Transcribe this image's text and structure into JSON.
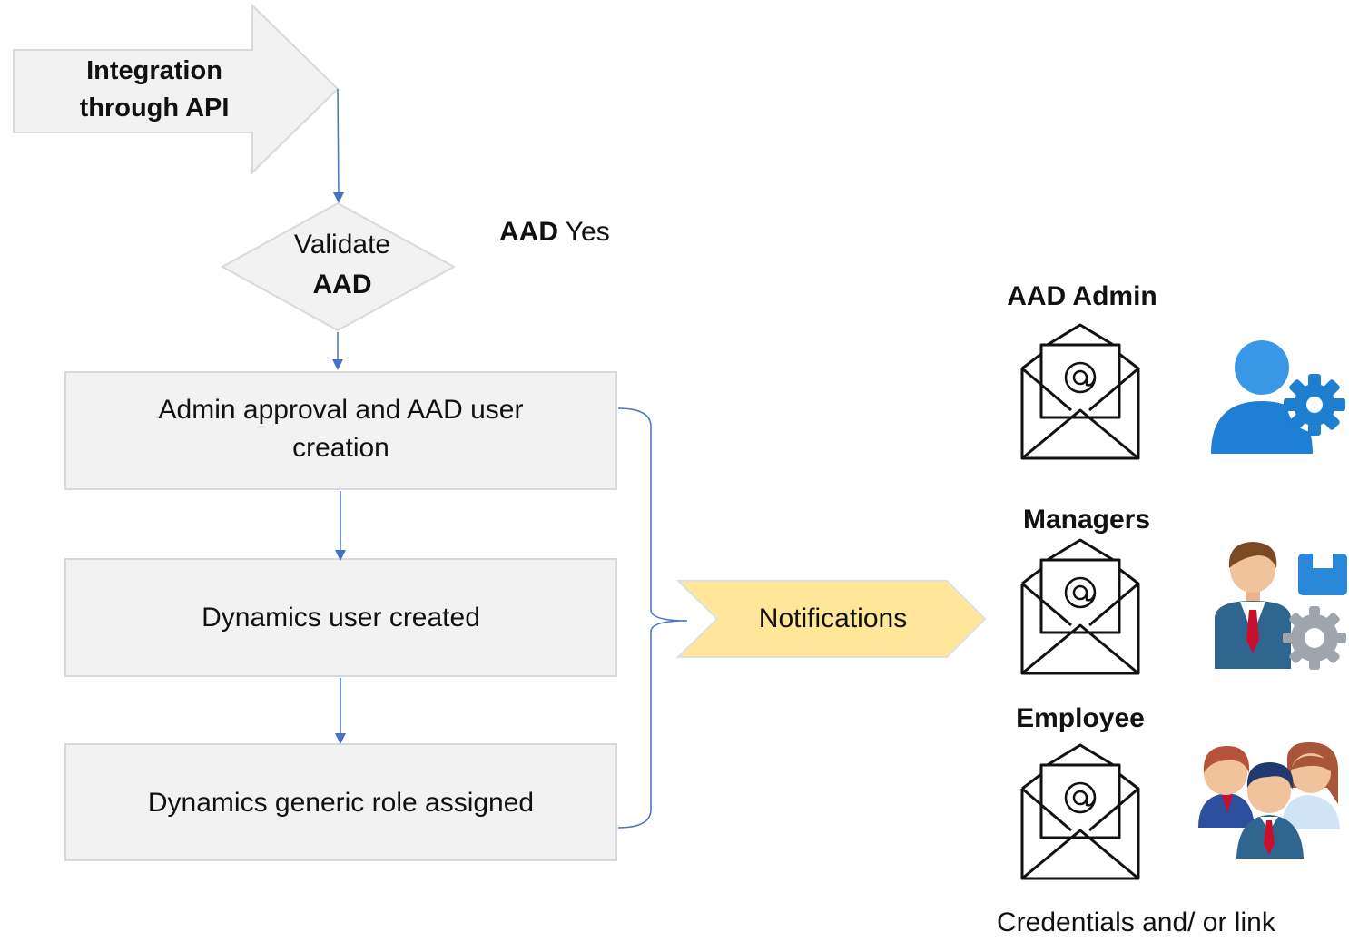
{
  "colors": {
    "box_fill": "#f2f2f2",
    "box_stroke": "#d9d9d9",
    "connector": "#4472c4",
    "notification_fill": "#ffe699",
    "icon_blue": "#2b88d8",
    "text": "#111111"
  },
  "start": {
    "line1": "Integration",
    "line2": "through API"
  },
  "decision": {
    "text": "Validate",
    "bold": "AAD"
  },
  "branch_label": {
    "bold": "AAD",
    "text": "Yes"
  },
  "steps": [
    {
      "line1": "Admin approval and AAD user",
      "line2": "creation"
    },
    {
      "text": "Dynamics user created"
    },
    {
      "text": "Dynamics generic role assigned"
    }
  ],
  "notifications": {
    "label": "Notifications"
  },
  "audiences": [
    {
      "label": "AAD Admin",
      "icon": "admin-gear-icon"
    },
    {
      "label": "Managers",
      "icon": "manager-icon"
    },
    {
      "label": "Employee",
      "icon": "employees-group-icon"
    }
  ],
  "footer": "Credentials and/ or link"
}
